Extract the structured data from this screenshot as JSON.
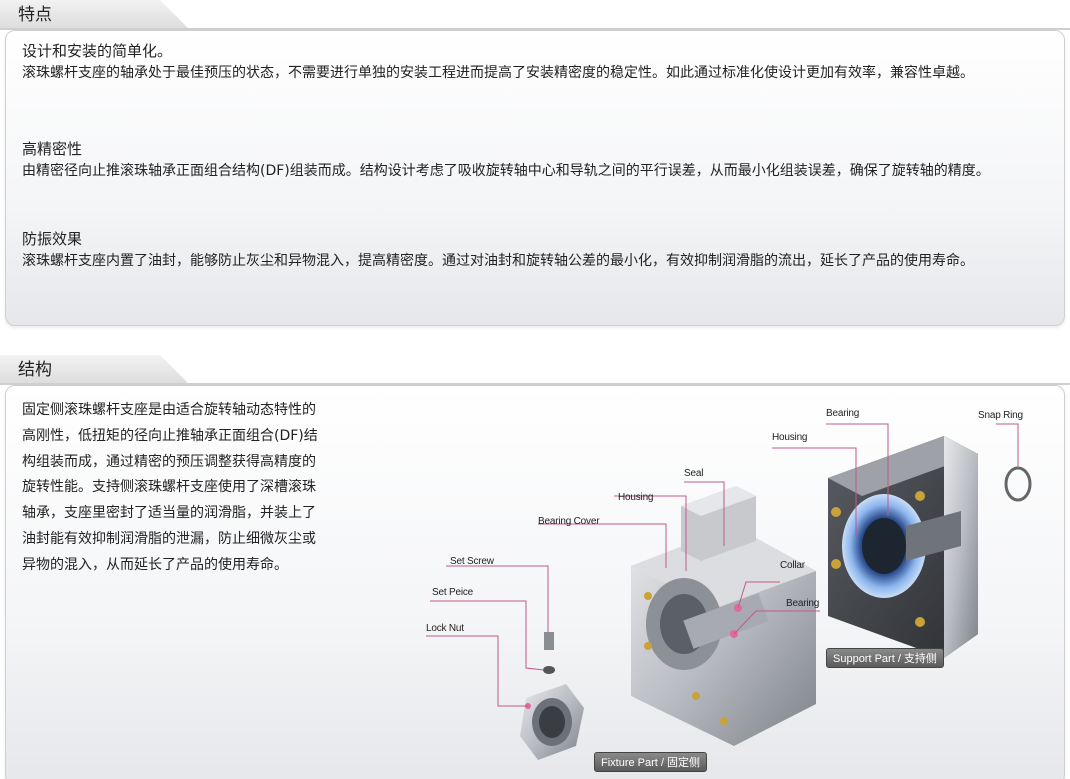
{
  "features": {
    "title": "特点",
    "items": [
      {
        "heading": "设计和安装的简单化。",
        "body": "滚珠螺杆支座的轴承处于最佳预压的状态，不需要进行单独的安装工程进而提高了安装精密度的稳定性。如此通过标准化使设计更加有效率，兼容性卓越。"
      },
      {
        "heading": "高精密性",
        "body": "由精密径向止推滚珠轴承正面组合结构(DF)组装而成。结构设计考虑了吸收旋转轴中心和导轨之间的平行误差，从而最小化组装误差，确保了旋转轴的精度。"
      },
      {
        "heading": "防振效果",
        "body": "滚珠螺杆支座内置了油封，能够防止灰尘和异物混入，提高精密度。通过对油封和旋转轴公差的最小化，有效抑制润滑脂的流出，延长了产品的使用寿命。"
      }
    ]
  },
  "structure": {
    "title": "结构",
    "description": "固定侧滚珠螺杆支座是由适合旋转轴动态特性的高刚性，低扭矩的径向止推轴承正面组合(DF)结构组装而成，通过精密的预压调整获得高精度的旋转性能。支持侧滚珠螺杆支座使用了深槽滚珠轴承，支座里密封了适当量的润滑脂，并装上了油封能有效抑制润滑脂的泄漏，防止细微灰尘或异物的混入，从而延长了产品的使用寿命。",
    "labels": {
      "bearing_support": "Bearing",
      "snap_ring": "Snap Ring",
      "housing_support": "Housing",
      "seal": "Seal",
      "housing_fixture": "Housing",
      "bearing_cover": "Bearing Cover",
      "set_screw": "Set Screw",
      "collar": "Collar",
      "set_peice": "Set Peice",
      "bearing_fixture": "Bearing",
      "lock_nut": "Lock Nut"
    },
    "support_part": "Support Part / 支持侧",
    "fixture_part": "Fixture Part / 固定侧"
  }
}
